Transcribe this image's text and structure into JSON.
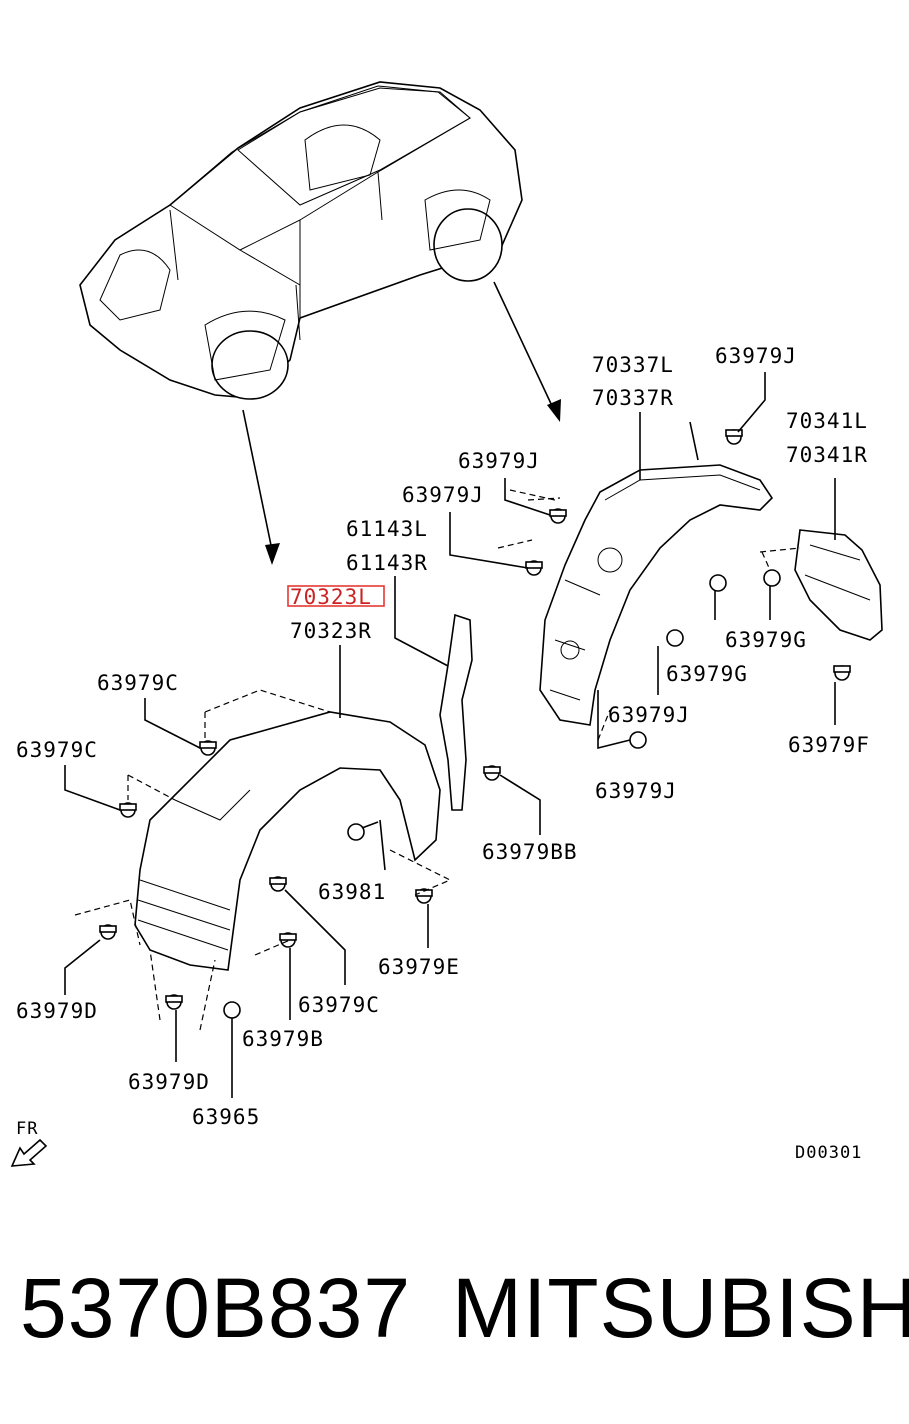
{
  "labels": {
    "l70337L": "70337L",
    "l70337R": "70337R",
    "l63979J_a": "63979J",
    "l70341L": "70341L",
    "l70341R": "70341R",
    "l63979J_b": "63979J",
    "l63979J_c": "63979J",
    "l61143L": "61143L",
    "l61143R": "61143R",
    "l70323L": "70323L",
    "l70323R": "70323R",
    "l63979G_a": "63979G",
    "l63979G_b": "63979G",
    "l63979J_d": "63979J",
    "l63979J_e": "63979J",
    "l63979F": "63979F",
    "l63979C_a": "63979C",
    "l63979C_b": "63979C",
    "l63979BB": "63979BB",
    "l63981": "63981",
    "l63979E": "63979E",
    "l63979D_a": "63979D",
    "l63979C_c": "63979C",
    "l63979B": "63979B",
    "l63979D_b": "63979D",
    "l63965": "63965",
    "fr": "FR",
    "ref": "D00301"
  },
  "footer": {
    "part_number": "5370B837",
    "brand": "MITSUBISHI"
  }
}
